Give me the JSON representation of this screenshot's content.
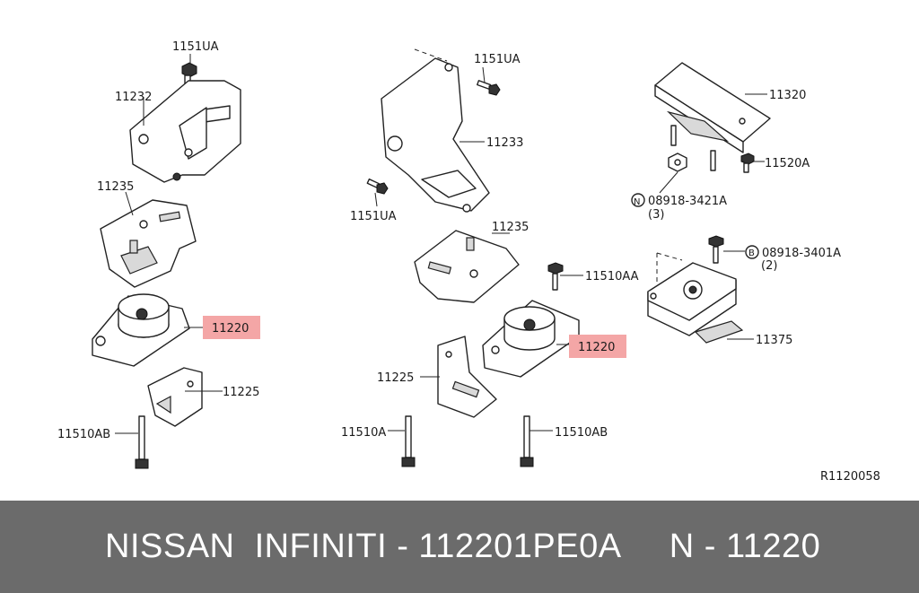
{
  "labels": {
    "l1151ua_a": "1151UA",
    "l11232": "11232",
    "l11235_a": "11235",
    "l11220_a": "11220",
    "l11225_a": "11225",
    "l11510ab_a": "11510AB",
    "l1151ua_b": "1151UA",
    "l11233": "11233",
    "l1151ua_c": "1151UA",
    "l11235_b": "11235",
    "l11510aa": "11510AA",
    "l11220_b": "11220",
    "l11225_b": "11225",
    "l11510a": "11510A",
    "l11510ab_b": "11510AB",
    "l11320": "11320",
    "l11520a": "11520A",
    "n_circle": "N",
    "l08918_3421a": "08918-3421A",
    "qty_3": "(3)",
    "b_circle": "B",
    "l08918_3401a": "08918-3401A",
    "qty_2": "(2)",
    "l11375": "11375",
    "ref_code": "R1120058"
  },
  "highlight_color": "#f4a6a6",
  "footer": {
    "text": "NISSAN  INFINITI - 112201PE0A     N - 11220",
    "background": "#6b6b6b"
  }
}
